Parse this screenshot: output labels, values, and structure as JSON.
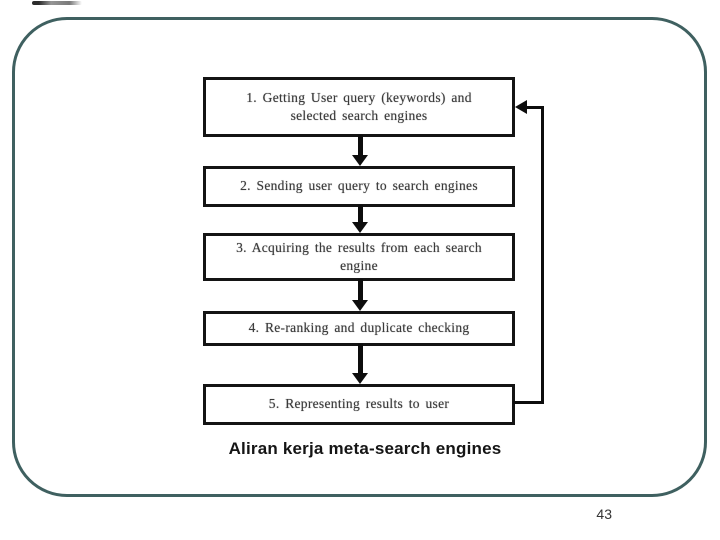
{
  "slide": {
    "frame_color": "#3f6060",
    "background_color": "#ffffff",
    "page_number": "43",
    "caption": "Aliran kerja meta-search engines",
    "caption_color": "#151515"
  },
  "flowchart": {
    "box_border_color": "#141414",
    "arrow_color": "#0d0d0d",
    "steps": [
      {
        "label": "1. Getting User query (keywords) and\nselected search engines"
      },
      {
        "label": "2. Sending user query to search engines"
      },
      {
        "label": "3. Acquiring the results from each search\nengine"
      },
      {
        "label": "4. Re-ranking and duplicate checking"
      },
      {
        "label": "5. Representing results to user"
      }
    ],
    "feedback_loop": "step 5 output returns to step 1"
  },
  "icons": {
    "down_arrow": "▼",
    "left_arrow": "◀"
  }
}
